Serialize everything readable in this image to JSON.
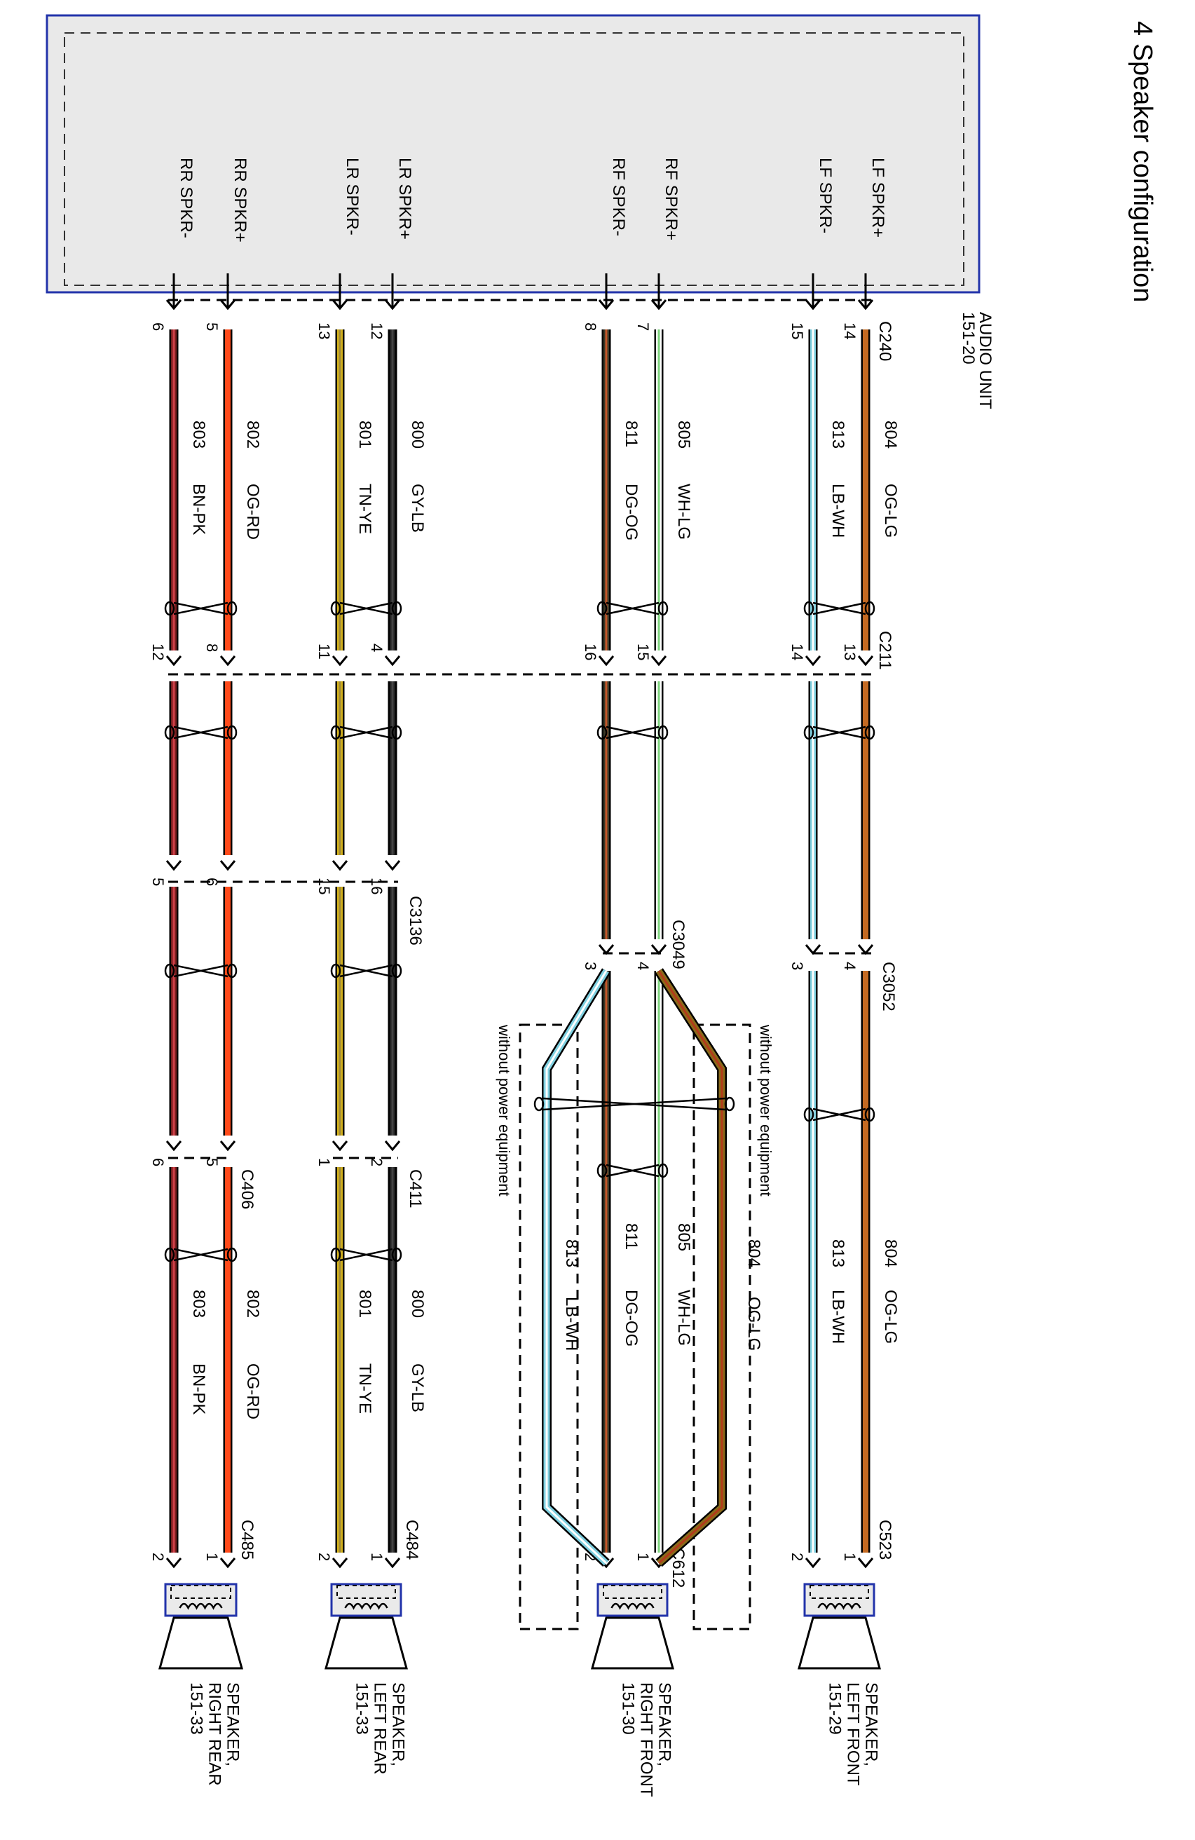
{
  "title": "4 Speaker configuration",
  "audio_unit": {
    "line1": "AUDIO UNIT",
    "line2": "151-20",
    "connector": "C240"
  },
  "inline_connectors": [
    "C211",
    "C3136",
    "C3052",
    "C3049",
    "C411",
    "C406"
  ],
  "speaker_connectors": [
    "C523",
    "C612",
    "C484",
    "C485"
  ],
  "power_note": "without power equipment",
  "channels": [
    {
      "id": "lf-pos",
      "pin_label": "LF SPKR+",
      "au_pin": "14",
      "circuit": "804",
      "color_code": "OG-LG",
      "c211_pin": "13",
      "mid_pin": "4",
      "spk_pin": "1",
      "stripe": [
        "#c46a22",
        "#c46a22"
      ]
    },
    {
      "id": "lf-neg",
      "pin_label": "LF SPKR-",
      "au_pin": "15",
      "circuit": "813",
      "color_code": "LB-WH",
      "c211_pin": "14",
      "mid_pin": "3",
      "spk_pin": "2",
      "stripe": [
        "#7fd0e0",
        "#ffffff"
      ]
    },
    {
      "id": "rf-pos",
      "pin_label": "RF SPKR+",
      "au_pin": "7",
      "circuit": "805",
      "color_code": "WH-LG",
      "c211_pin": "15",
      "mid_pin": "4",
      "spk_pin": "1",
      "stripe": [
        "#ffffff",
        "#7ed37e"
      ]
    },
    {
      "id": "rf-neg",
      "pin_label": "RF SPKR-",
      "au_pin": "8",
      "circuit": "811",
      "color_code": "DG-OG",
      "c211_pin": "16",
      "mid_pin": "3",
      "spk_pin": "2",
      "stripe": [
        "#3b3b2a",
        "#c4572a"
      ]
    },
    {
      "id": "lr-pos",
      "pin_label": "LR SPKR+",
      "au_pin": "12",
      "circuit": "800",
      "color_code": "GY-LB",
      "c211_pin": "4",
      "mid_pin": "16",
      "c4_pin": "2",
      "spk_pin": "1",
      "stripe": [
        "#222222",
        "#444444"
      ]
    },
    {
      "id": "lr-neg",
      "pin_label": "LR SPKR-",
      "au_pin": "13",
      "circuit": "801",
      "color_code": "TN-YE",
      "c211_pin": "11",
      "mid_pin": "15",
      "c4_pin": "1",
      "spk_pin": "2",
      "stripe": [
        "#d4b21c",
        "#a08a3a"
      ]
    },
    {
      "id": "rr-pos",
      "pin_label": "RR SPKR+",
      "au_pin": "5",
      "circuit": "802",
      "color_code": "OG-RD",
      "c211_pin": "8",
      "mid_pin": "6",
      "c4_pin": "5",
      "spk_pin": "1",
      "stripe": [
        "#ff4a1a",
        "#ff4a1a"
      ]
    },
    {
      "id": "rr-neg",
      "pin_label": "RR SPKR-",
      "au_pin": "6",
      "circuit": "803",
      "color_code": "BN-PK",
      "c211_pin": "12",
      "mid_pin": "5",
      "c4_pin": "6",
      "spk_pin": "2",
      "stripe": [
        "#7a1f1f",
        "#d0404a"
      ]
    }
  ],
  "speakers": [
    {
      "id": "lf",
      "lines": [
        "SPEAKER,",
        "LEFT FRONT",
        "151-29"
      ]
    },
    {
      "id": "rf",
      "lines": [
        "SPEAKER,",
        "RIGHT FRONT",
        "151-30"
      ]
    },
    {
      "id": "lr",
      "lines": [
        "SPEAKER,",
        "LEFT REAR",
        "151-33"
      ]
    },
    {
      "id": "rr",
      "lines": [
        "SPEAKER,",
        "RIGHT REAR",
        "151-33"
      ]
    }
  ]
}
